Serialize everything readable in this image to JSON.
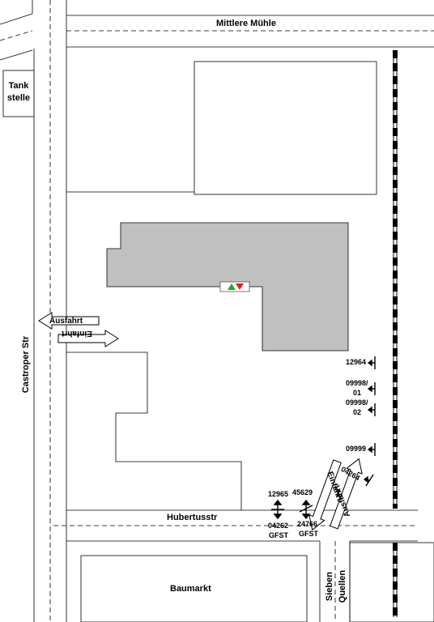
{
  "streets": {
    "mittlere_muehle": "Mittlere Mühle",
    "castroper_str": "Castroper Str",
    "hubertusstr": "Hubertusstr",
    "sieben_quellen_line1": "Sieben",
    "sieben_quellen_line2": "Quellen"
  },
  "places": {
    "tankstelle_line1": "Tank",
    "tankstelle_line2": "stelle",
    "baumarkt": "Baumarkt"
  },
  "access": {
    "west_exit": "Ausfahrt",
    "west_entry": "Einfahrt",
    "south_exit": "Ausfahrt",
    "south_entry": "Einfahrt"
  },
  "signs": {
    "s12964": "12964",
    "s09998_01_a": "09998/",
    "s09998_01_b": "01",
    "s09998_02_a": "09998/",
    "s09998_02_b": "02",
    "s09999": "09999",
    "s04264": "04264",
    "s12965": "12965",
    "s45629": "45629",
    "s04262": "04262",
    "s04262_gfst": "GFST",
    "s24766": "24766",
    "s24766_gfst": "GFST"
  },
  "colors": {
    "building_fill": "#c0c0c0",
    "line": "#000000",
    "marker_up": "#22aa22",
    "marker_down": "#dd2222"
  },
  "icons": {
    "tower_marker": "up-down-triangles-icon",
    "sign_symbol": "sign-post-icon",
    "railway": "railway-dashes"
  }
}
